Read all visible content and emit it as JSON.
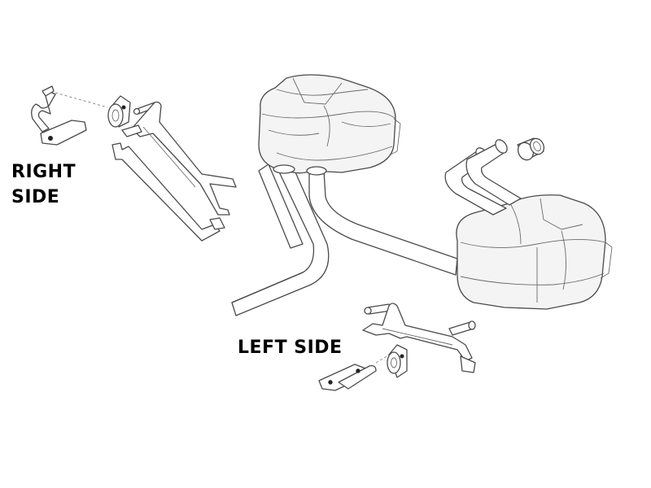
{
  "labels": {
    "right_side_line1": "RIGHT",
    "right_side_line2": "SIDE",
    "left_side": "LEFT SIDE"
  }
}
